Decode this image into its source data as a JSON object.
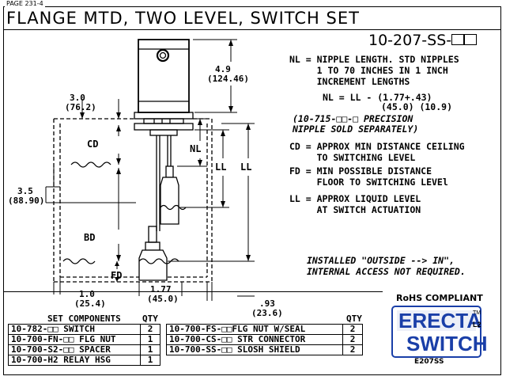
{
  "page_tag": "PAGE 231-4",
  "title": "FLANGE  MTD, TWO LEVEL, SWITCH SET",
  "part_number": "10-207-SS-",
  "notes": {
    "nl_line1": "NL = NIPPLE LENGTH. STD NIPPLES",
    "nl_line2": "     1 TO 70 INCHES IN 1 INCH",
    "nl_line3": "     INCREMENT LENGTHS",
    "formula": "NL = LL - (1.77+.43)",
    "formula_mm": "(45.0) (10.9)",
    "precision_line1": "(10-715-□□-□ PRECISION",
    "precision_line2": "NIPPLE SOLD SEPARATELY)",
    "cd_line1": "CD = APPROX MIN DISTANCE CEILING",
    "cd_line2": "     TO SWITCHING LEVEL",
    "fd_line1": "FD = MIN POSSIBLE DISTANCE",
    "fd_line2": "     FLOOR TO SWITCHING LEVEl",
    "ll_line1": "LL = APPROX LIQUID LEVEL",
    "ll_line2": "     AT SWITCH ACTUATION",
    "installed_line1": "INSTALLED \"OUTSIDE --> IN\",",
    "installed_line2": "INTERNAL ACCESS NOT REQUIRED."
  },
  "dimensions": {
    "d49": "4.9",
    "d49_mm": "(124.46)",
    "d30": "3.0",
    "d30_mm": "(76.2)",
    "d35": "3.5",
    "d35_mm": "(88.90)",
    "d10": "1.0",
    "d10_mm": "(25.4)",
    "d177": "1.77",
    "d177_mm": "(45.0)",
    "d093": ".93",
    "d093_mm": "(23.6)",
    "cd": "CD",
    "bd": "BD",
    "fd": "FD",
    "nl": "NL",
    "ll_inner": "LL",
    "ll_outer": "LL"
  },
  "bom": {
    "header_components": "SET COMPONENTS",
    "header_qty": "QTY",
    "header_qty2": "QTY",
    "left": [
      {
        "part": "10-782-□□ SWITCH",
        "qty": "2"
      },
      {
        "part": "10-700-FN-□□ FLG NUT",
        "qty": "1"
      },
      {
        "part": "10-700-S2-□□ SPACER",
        "qty": "1"
      },
      {
        "part": "10-700-H2 RELAY HSG",
        "qty": "1"
      }
    ],
    "right": [
      {
        "part": "10-700-FS-□□FLG NUT W/SEAL",
        "qty": "2"
      },
      {
        "part": "10-700-CS-□□ STR CONNECTOR",
        "qty": "2"
      },
      {
        "part": "10-700-SS-□□ SLOSH SHIELD",
        "qty": "2"
      }
    ]
  },
  "rohs": "RoHS COMPLIANT",
  "logo": {
    "line1": "ERECTA",
    "line2": "SWITCH",
    "tm": "TM",
    "l2": "L2",
    "code": "E207SS",
    "color": "#1a3fa8"
  }
}
